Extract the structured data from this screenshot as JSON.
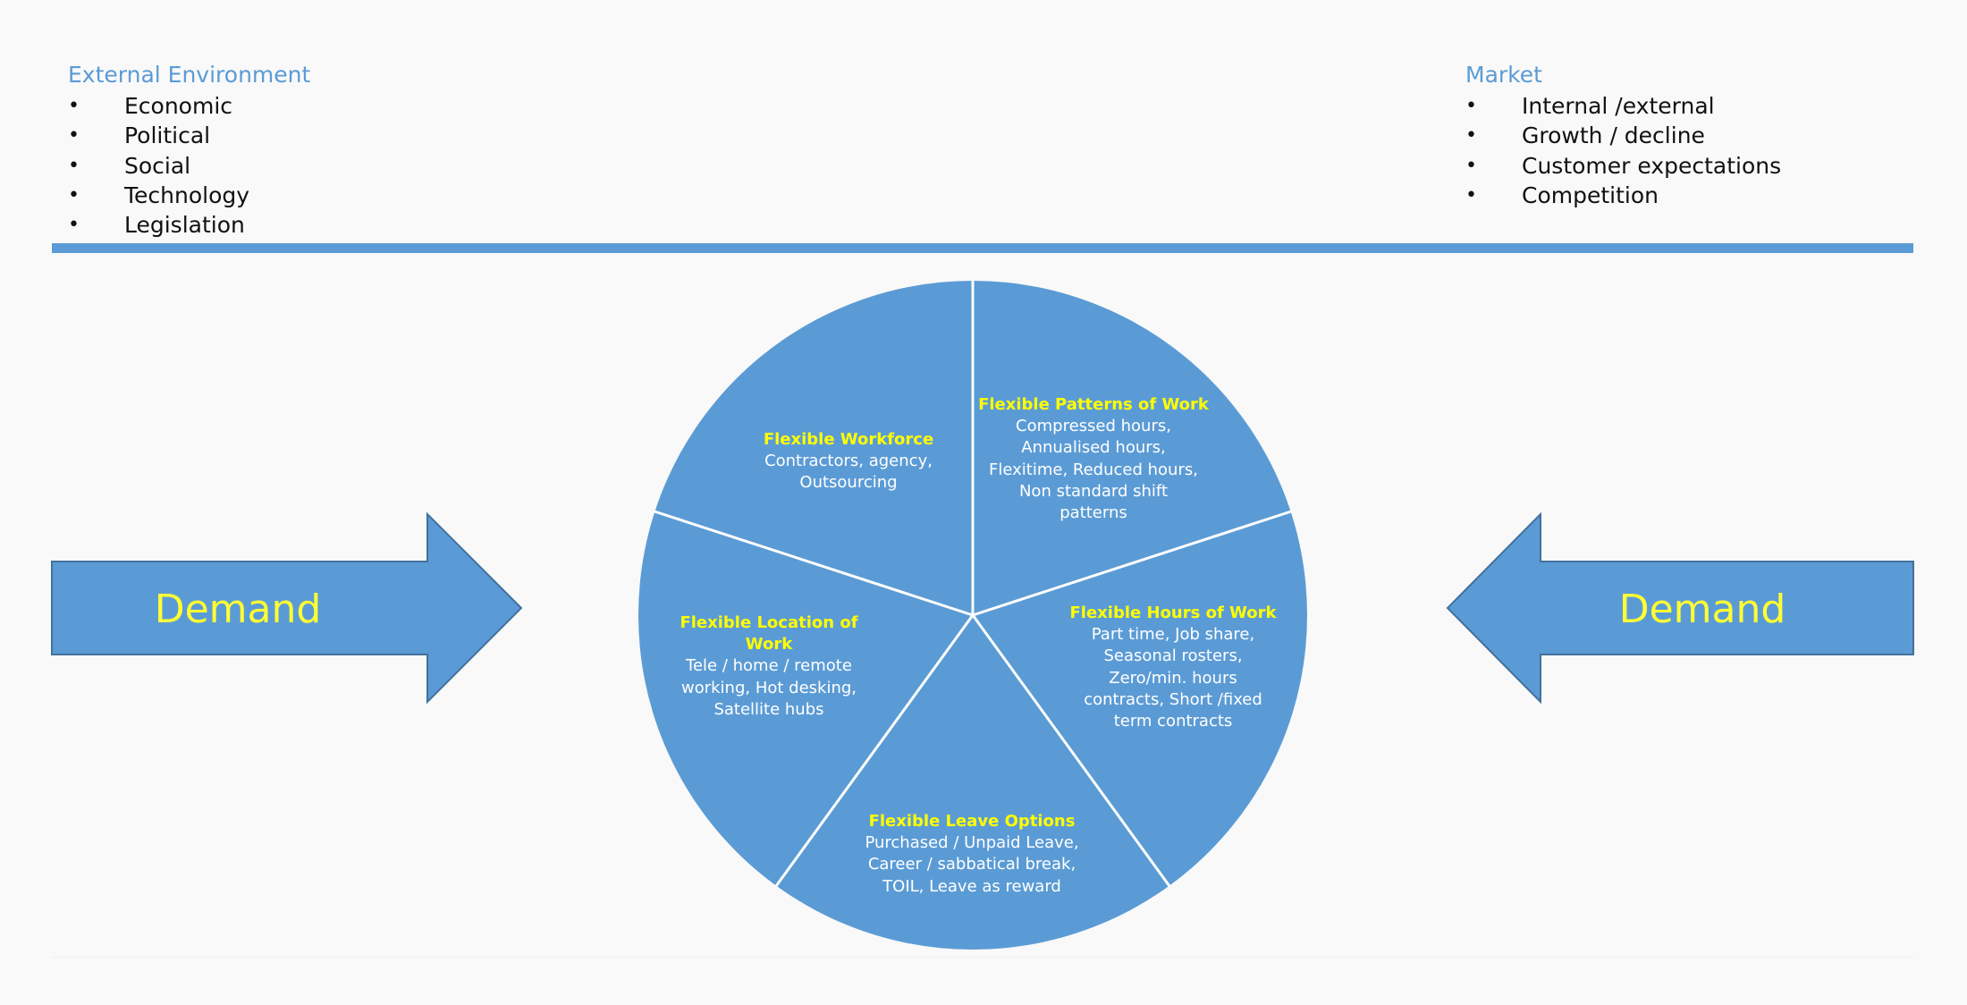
{
  "external": {
    "title": "External Environment",
    "items": [
      "Economic",
      "Political",
      "Social",
      "Technology",
      "Legislation"
    ]
  },
  "market": {
    "title": "Market",
    "items": [
      "Internal /external",
      "Growth / decline",
      "Customer expectations",
      "Competition"
    ]
  },
  "arrows": {
    "left_label": "Demand",
    "right_label": "Demand"
  },
  "segments": {
    "workforce": {
      "title": "Flexible Workforce",
      "lines": [
        "Contractors, agency,",
        "Outsourcing"
      ]
    },
    "patterns": {
      "title": "Flexible Patterns of Work",
      "lines": [
        "Compressed hours,",
        "Annualised hours,",
        "Flexitime, Reduced hours,",
        "Non standard shift",
        "patterns"
      ]
    },
    "hours": {
      "title": "Flexible Hours of Work",
      "lines": [
        "Part time, Job share,",
        "Seasonal rosters,",
        "Zero/min. hours",
        "contracts, Short /fixed",
        "term contracts"
      ]
    },
    "leave": {
      "title": "Flexible Leave Options",
      "lines": [
        "Purchased / Unpaid Leave,",
        "Career / sabbatical break,",
        "TOIL, Leave as reward"
      ]
    },
    "location": {
      "title_lines": [
        "Flexible Location of",
        "Work"
      ],
      "lines": [
        "Tele / home / remote",
        "working, Hot desking,",
        "Satellite hubs"
      ]
    }
  },
  "colors": {
    "accent": "#5b9bd5",
    "highlight": "#ffff00",
    "background": "#f9f9f9"
  }
}
